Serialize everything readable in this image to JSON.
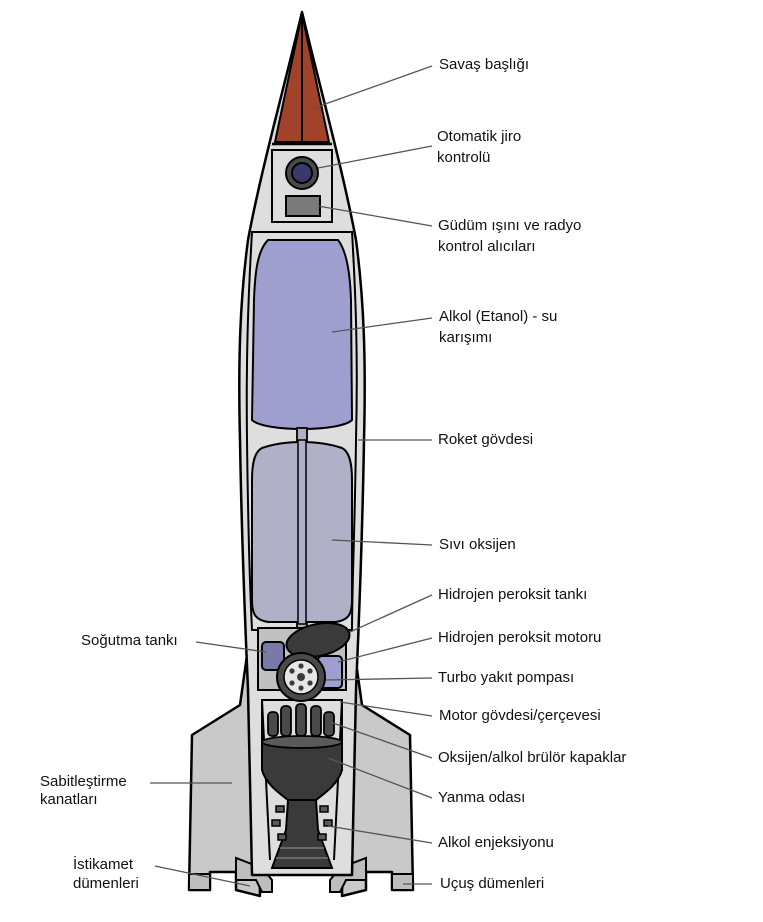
{
  "labels": {
    "warhead": "Savaş başlığı",
    "gyro_1": "Otomatik jiro",
    "gyro_2": "kontrolü",
    "radio_1": "Güdüm ışını ve radyo",
    "radio_2": "kontrol alıcıları",
    "alcohol_1": "Alkol (Etanol) - su",
    "alcohol_2": "karışımı",
    "body": "Roket gövdesi",
    "lox": "Sıvı oksijen",
    "h2o2_tank": "Hidrojen peroksit tankı",
    "h2o2_motor": "Hidrojen peroksit motoru",
    "turbo": "Turbo yakıt pompası",
    "frame": "Motor gövdesi/çerçevesi",
    "burners": "Oksijen/alkol brülör kapaklar",
    "chamber": "Yanma odası",
    "injection": "Alkol enjeksiyonu",
    "flight_rudders": "Uçuş dümenleri",
    "cooling": "Soğutma tankı",
    "fins_1": "Sabitleştirme",
    "fins_2": "kanatları",
    "steer_1": "İstikamet",
    "steer_2": "dümenleri"
  },
  "colors": {
    "warhead": "#a0432a",
    "alcohol": "#9f9fcf",
    "lox": "#b0b0c6",
    "body": "#dedede",
    "fin": "#c9c9c9",
    "engine": "#3a3a3a",
    "outline": "#000000",
    "leader": "#555555"
  }
}
